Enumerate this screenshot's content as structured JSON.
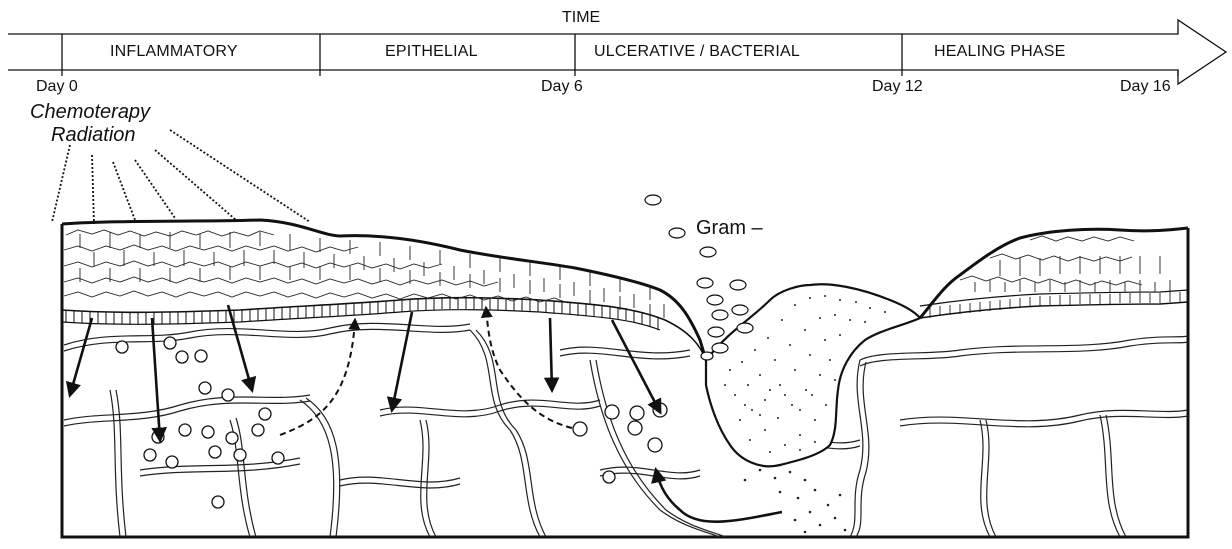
{
  "timeline": {
    "title": "TIME",
    "phases": [
      "INFLAMMATORY",
      "EPITHELIAL",
      "ULCERATIVE / BACTERIAL",
      "HEALING PHASE"
    ],
    "day_marks": [
      "Day 0",
      "Day 6",
      "Day 12",
      "Day 16"
    ]
  },
  "labels": {
    "chemotherapy": "Chemoterapy",
    "radiation": "Radiation",
    "gram": "Gram –"
  }
}
